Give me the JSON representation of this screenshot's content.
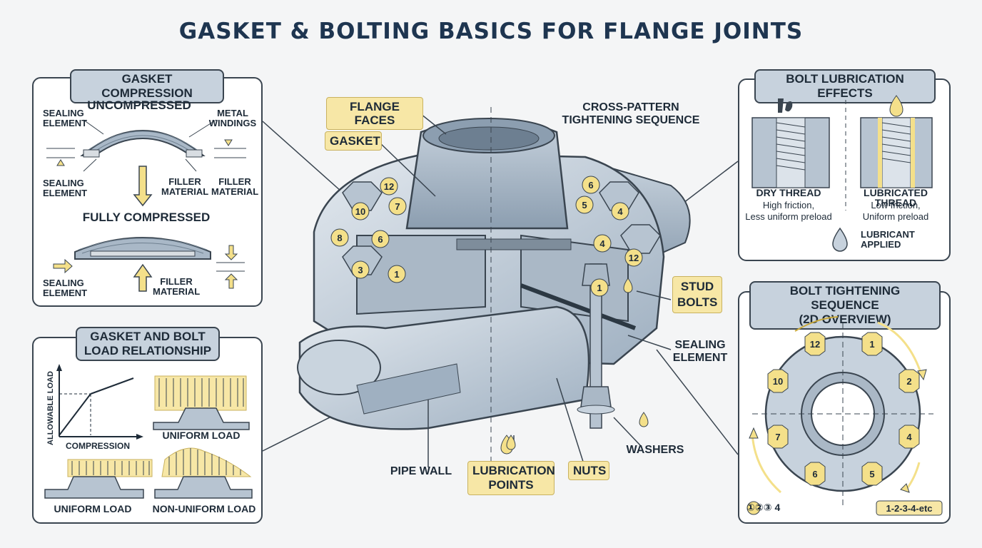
{
  "title": "GASKET & BOLTING BASICS FOR FLANGE JOINTS",
  "colors": {
    "title": "#1e3550",
    "accent_yellow": "#f4e08a",
    "steel": "#b7c4d1",
    "panel_header": "#c7d2dd"
  },
  "compression_panel": {
    "title": "GASKET COMPRESSION",
    "uncompressed": "UNCOMPRESSED",
    "fully_compressed": "FULLY COMPRESSED",
    "sealing_element_1": "SEALING ELEMENT",
    "metal_windings": "METAL WINDINGS",
    "sealing_element_2": "SEALING ELEMENT",
    "filler_material_1": "FILLER MATERIAL",
    "filler_material_2": "FILLER MATERIAL",
    "sealing_element_3": "SEALING ELEMENT",
    "filler_material_3": "FILLER MATERIAL"
  },
  "load_panel": {
    "title": "GASKET AND BOLT LOAD RELATIONSHIP",
    "y_axis": "ALLOWABLE LOAD",
    "x_axis": "COMPRESSION",
    "uniform_load_1": "UNIFORM LOAD",
    "uniform_load_2": "UNIFORM LOAD",
    "non_uniform_load": "NON-UNIFORM LOAD"
  },
  "center": {
    "flange_faces": "FLANGE FACES",
    "gasket": "GASKET",
    "cross_pattern": "CROSS-PATTERN TIGHTENING SEQUENCE",
    "stud_bolts": "STUD BOLTS",
    "sealing_element": "SEALING ELEMENT",
    "washers": "WASHERS",
    "nuts": "NUTS",
    "lubrication_points": "LUBRICATION POINTS",
    "pipe_wall": "PIPE WALL",
    "bolt_numbers": [
      "12",
      "10",
      "7",
      "8",
      "6",
      "3",
      "1",
      "6",
      "5",
      "4",
      "4",
      "12",
      "1"
    ]
  },
  "lube_panel": {
    "title": "BOLT LUBRICATION EFFECTS",
    "dry_thread": "DRY THREAD",
    "dry_desc_1": "High friction,",
    "dry_desc_2": "Less uniform preload",
    "lubricated_thread": "LUBRICATED THREAD",
    "lub_desc_1": "Low friction,",
    "lub_desc_2": "Uniform preload",
    "lubricant_applied": "LUBRICANT APPLIED"
  },
  "sequence_panel": {
    "title_1": "BOLT TIGHTENING SEQUENCE",
    "title_2": "(2D OVERVIEW)",
    "bolt_numbers": [
      "12",
      "1",
      "10",
      "2",
      "7",
      "4",
      "6",
      "5"
    ],
    "legend_left": "①②③ 4",
    "legend_right": "1-2-3-4-etc"
  }
}
